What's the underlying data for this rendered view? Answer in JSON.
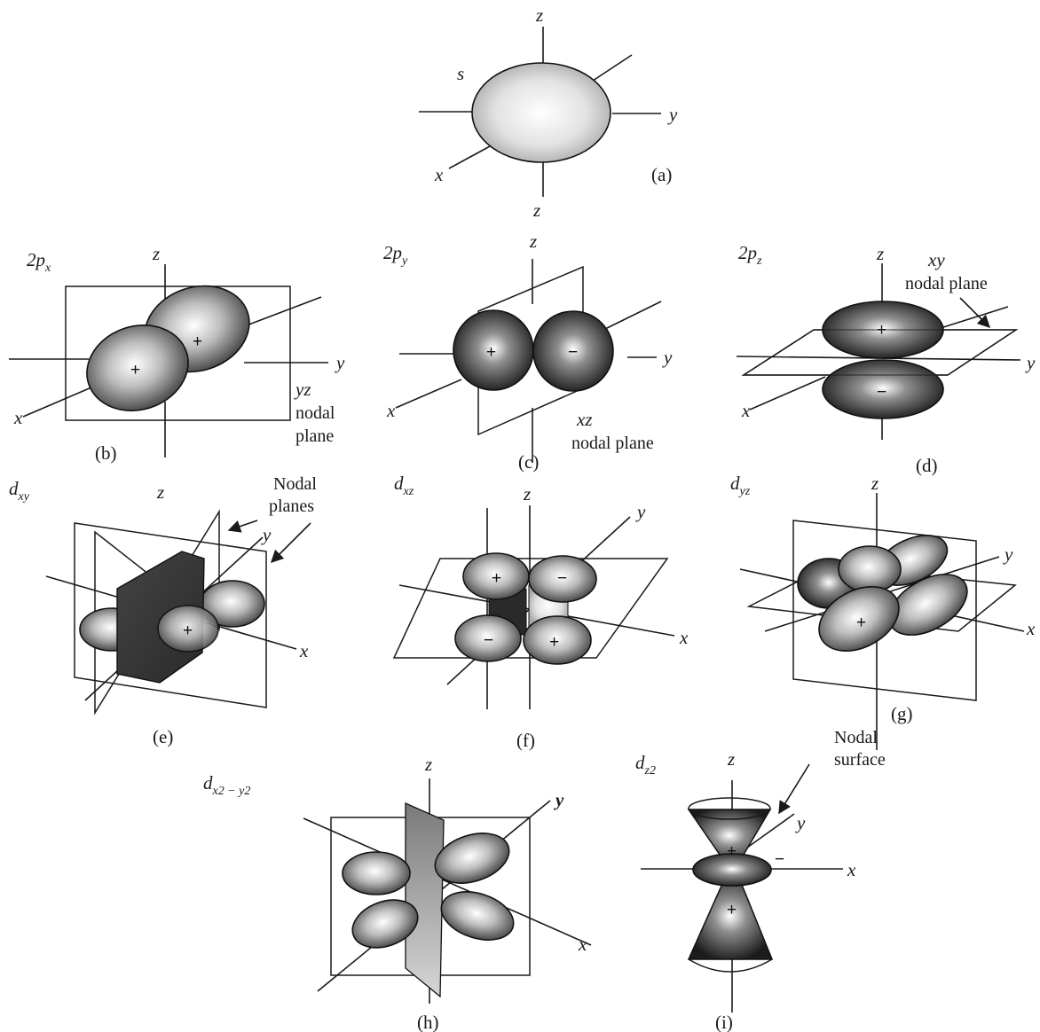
{
  "axes": {
    "x": "x",
    "y": "y",
    "z": "z"
  },
  "signs": {
    "plus": "+",
    "minus": "−"
  },
  "a": {
    "label": "s",
    "caption": "(a)"
  },
  "b": {
    "label_main": "2p",
    "label_sub": "x",
    "caption": "(b)",
    "nodal_1": "yz",
    "nodal_2": "nodal",
    "nodal_3": "plane"
  },
  "c": {
    "label_main": "2p",
    "label_sub": "y",
    "caption": "(c)",
    "nodal_1": "xz",
    "nodal_2": "nodal plane"
  },
  "d": {
    "label_main": "2p",
    "label_sub": "z",
    "caption": "(d)",
    "nodal_1": "xy",
    "nodal_2": "nodal plane"
  },
  "e": {
    "label_main": "d",
    "label_sub": "xy",
    "caption": "(e)",
    "nodal_1": "Nodal",
    "nodal_2": "planes"
  },
  "f": {
    "label_main": "d",
    "label_sub": "xz",
    "caption": "(f)"
  },
  "g": {
    "label_main": "d",
    "label_sub": "yz",
    "caption": "(g)"
  },
  "h": {
    "label_main": "d",
    "label_sub": "x2 − y2",
    "caption": "(h)"
  },
  "i": {
    "label_main": "d",
    "label_sub": "z2",
    "caption": "(i)",
    "nodal_1": "Nodal",
    "nodal_2": "surface"
  }
}
